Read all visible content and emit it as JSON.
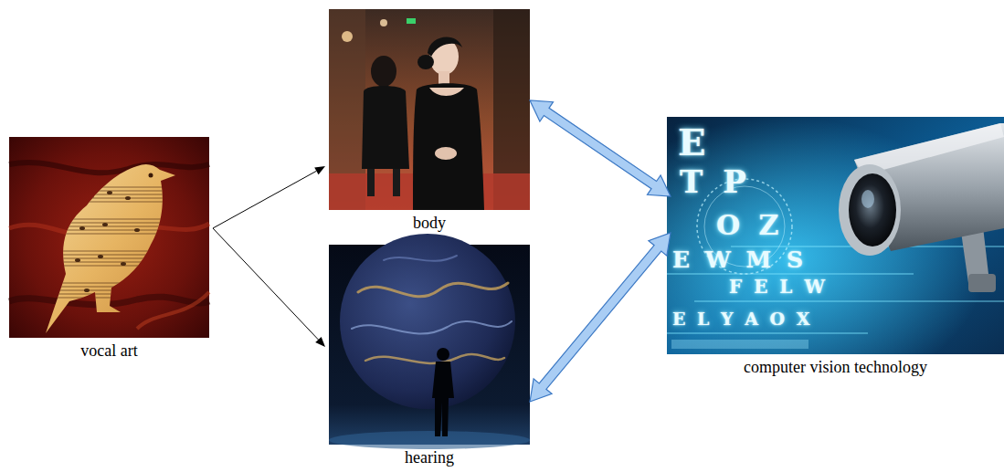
{
  "diagram": {
    "nodes": [
      {
        "text": [
          "vocal art"
        ]
      },
      {
        "text": [
          "body"
        ]
      },
      {
        "text": [
          "hearing"
        ]
      },
      {
        "text": [
          "computer vision technology"
        ]
      }
    ],
    "edges": [
      {
        "from": 0,
        "to": 1,
        "arrow": "to"
      },
      {
        "from": 0,
        "to": 2,
        "arrow": "to"
      },
      {
        "from": 1,
        "to": 3,
        "arrow": "both"
      },
      {
        "from": 2,
        "to": 3,
        "arrow": "both"
      }
    ],
    "labels": [
      "E",
      "T P",
      "O Z",
      "E W M S",
      "F E L W",
      "E L Y A O X"
    ]
  }
}
